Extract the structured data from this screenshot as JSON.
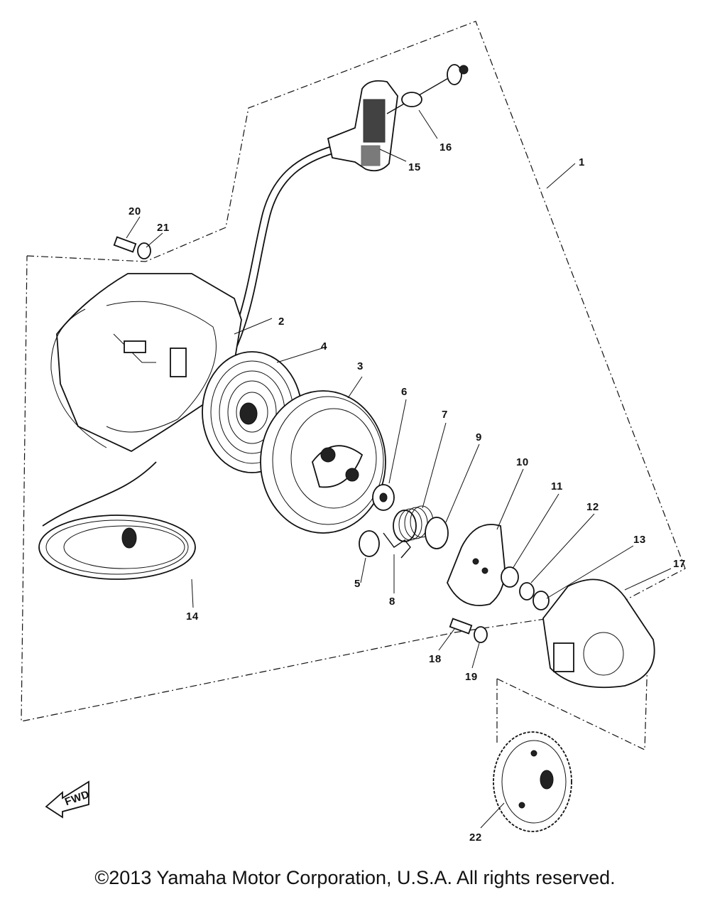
{
  "callouts": {
    "c1": "1",
    "c2": "2",
    "c3": "3",
    "c4": "4",
    "c5": "5",
    "c6": "6",
    "c7": "7",
    "c8": "8",
    "c9": "9",
    "c10": "10",
    "c11": "11",
    "c12": "12",
    "c13": "13",
    "c14": "14",
    "c15": "15",
    "c16": "16",
    "c17": "17",
    "c18": "18",
    "c19": "19",
    "c20": "20",
    "c21": "21",
    "c22": "22"
  },
  "fwd_label": "FWD",
  "copyright": "©2013 Yamaha Motor Corporation, U.S.A. All rights reserved."
}
